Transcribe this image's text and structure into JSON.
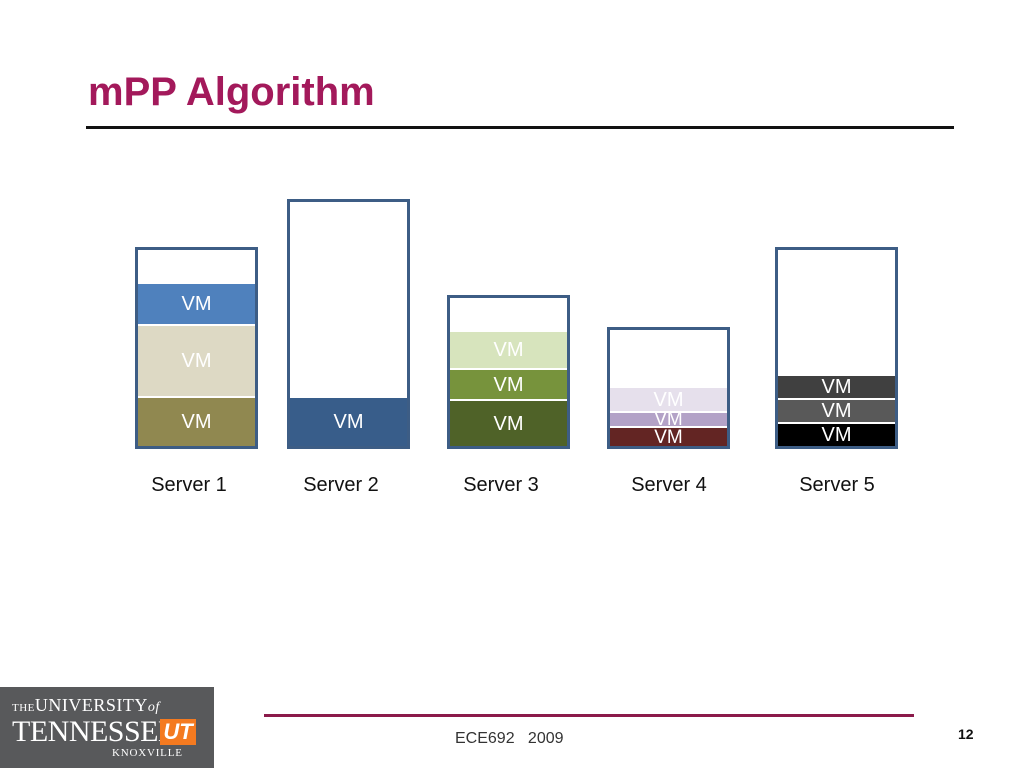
{
  "slide": {
    "title": "mPP Algorithm"
  },
  "servers": [
    {
      "label": "Server 1",
      "vms": [
        {
          "label": "VM",
          "color": "#908850",
          "text_color": "#ffffff",
          "share": 0.246
        },
        {
          "label": "VM",
          "color": "#ddd9c4",
          "text_color": "#ffffff",
          "share": 0.358
        },
        {
          "label": "VM",
          "color": "#4f81bd",
          "text_color": "#ffffff",
          "share": 0.207
        }
      ]
    },
    {
      "label": "Server 2",
      "vms": [
        {
          "label": "VM",
          "color": "#385d8a",
          "text_color": "#ffffff",
          "share": 0.2
        }
      ]
    },
    {
      "label": "Server 3",
      "vms": [
        {
          "label": "VM",
          "color": "#4f6228",
          "text_color": "#ffffff",
          "share": 0.306
        },
        {
          "label": "VM",
          "color": "#77933c",
          "text_color": "#ffffff",
          "share": 0.2
        },
        {
          "label": "VM",
          "color": "#d7e4bd",
          "text_color": "#ffffff",
          "share": 0.247
        }
      ]
    },
    {
      "label": "Server 4",
      "vms": [
        {
          "label": "VM",
          "color": "#632523",
          "text_color": "#ffffff",
          "share": 0.167
        },
        {
          "label": "VM",
          "color": "#b3a2c7",
          "text_color": "#ffffff",
          "share": 0.125
        },
        {
          "label": "VM",
          "color": "#e6e0ec",
          "text_color": "#ffffff",
          "share": 0.208
        }
      ]
    },
    {
      "label": "Server 5",
      "vms": [
        {
          "label": "VM",
          "color": "#000000",
          "text_color": "#ffffff",
          "share": 0.117
        },
        {
          "label": "VM",
          "color": "#595959",
          "text_color": "#ffffff",
          "share": 0.117
        },
        {
          "label": "VM",
          "color": "#404040",
          "text_color": "#ffffff",
          "share": 0.117
        }
      ]
    }
  ],
  "footer": {
    "course": "ECE692   2009",
    "page_number": "12"
  },
  "logo": {
    "line1_the": "THE",
    "line1_university": "UNIVERSITY",
    "line1_of": "of",
    "line2": "TENNESSEE",
    "mark": "UT",
    "line3": "KNOXVILLE"
  },
  "colors": {
    "title": "#a3195b",
    "server_border": "#3d5d85",
    "footer_rule": "#8b1a4a"
  }
}
